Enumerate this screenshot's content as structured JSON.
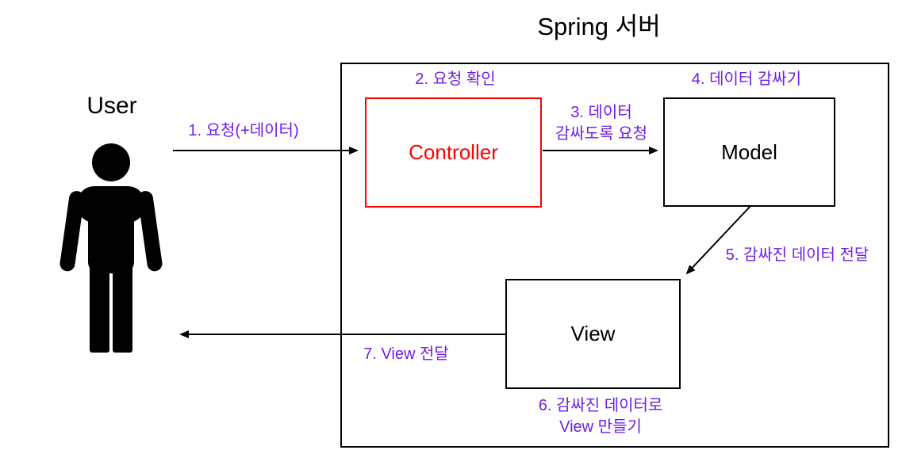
{
  "title": "Spring 서버",
  "colors": {
    "step": "#6E1EE6",
    "accent": "#FF0000",
    "line": "#000000"
  },
  "actor": {
    "label": "User",
    "icon": "person-silhouette-icon"
  },
  "boxes": {
    "controller": {
      "label": "Controller"
    },
    "model": {
      "label": "Model"
    },
    "view": {
      "label": "View"
    }
  },
  "steps": {
    "step1": "1. 요청(+데이터)",
    "step2": "2. 요청 확인",
    "step3_line1": "3. 데이터",
    "step3_line2": "감싸도록 요청",
    "step4": "4. 데이터 감싸기",
    "step5": "5. 감싸진 데이터 전달",
    "step6_line1": "6. 감싸진 데이터로",
    "step6_line2": "View 만들기",
    "step7": "7. View 전달"
  }
}
